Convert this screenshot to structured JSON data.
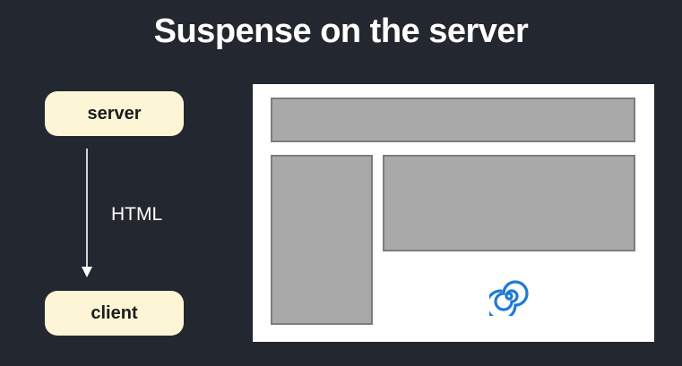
{
  "title": "Suspense on the server",
  "flow": {
    "source_label": "server",
    "edge_label": "HTML",
    "target_label": "client"
  },
  "browser_mockup": {
    "placeholder_color": "#a9a9a9",
    "loading_indicator_icon": "spinner-icon",
    "spinner_color": "#1f7ad6"
  },
  "colors": {
    "background": "#23272f",
    "pill_fill": "#fdf6d6",
    "text_light": "#ffffff"
  }
}
